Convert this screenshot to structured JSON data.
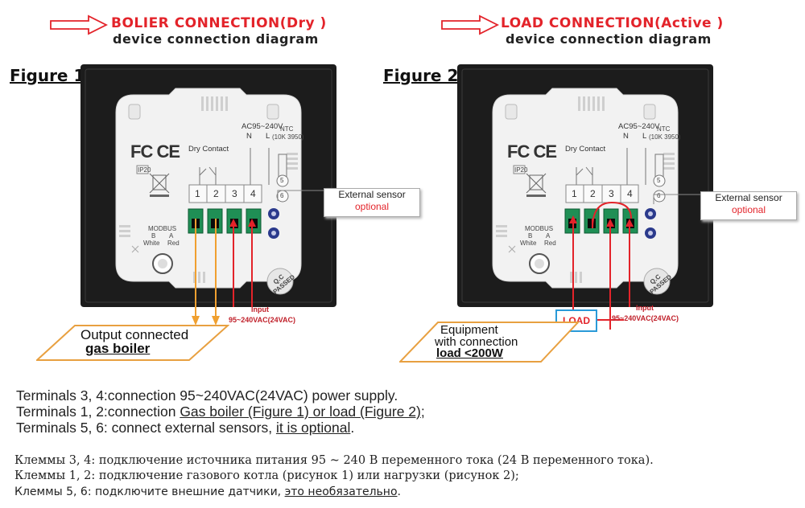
{
  "headers": {
    "left_title": "BOLIER CONNECTION(Dry )",
    "left_subtitle": "device connection diagram",
    "right_title": "LOAD CONNECTION(Active )",
    "right_subtitle": "device connection diagram"
  },
  "figures": [
    {
      "label": "Figure 1",
      "certification": "FC CE",
      "dry_contact": "Dry Contact",
      "voltage": "AC95~240V",
      "n_label": "N",
      "l_label": "L",
      "ntc": "NTC",
      "ntc_value": "(10K 3950)",
      "ip_label": "IP20",
      "terminals": [
        "1",
        "2",
        "3",
        "4"
      ],
      "sensor_terminals": [
        "5",
        "6"
      ],
      "modbus": "MODBUS",
      "modbus_b": "B",
      "modbus_a": "A",
      "modbus_white": "White",
      "modbus_red": "Red",
      "qc": "Q.C PASSED",
      "sensor_label": "External sensor",
      "sensor_optional": "optional",
      "input_label": "Input",
      "input_voltage": "95~240VAC(24VAC)",
      "output_line1": "Output connected",
      "output_line2": "gas boiler"
    },
    {
      "label": "Figure 2",
      "certification": "FC CE",
      "dry_contact": "Dry Contact",
      "voltage": "AC95~240V",
      "n_label": "N",
      "l_label": "L",
      "ntc": "NTC",
      "ntc_value": "(10K 3950)",
      "ip_label": "IP20",
      "terminals": [
        "1",
        "2",
        "3",
        "4"
      ],
      "sensor_terminals": [
        "5",
        "6"
      ],
      "modbus": "MODBUS",
      "modbus_b": "B",
      "modbus_a": "A",
      "modbus_white": "White",
      "modbus_red": "Red",
      "qc": "Q.C PASSED",
      "sensor_label": "External sensor",
      "sensor_optional": "optional",
      "input_label": "Input",
      "input_voltage": "95~240VAC(24VAC)",
      "load_box": "LOAD",
      "equip_line1": "Equipment",
      "equip_line2": "with connection",
      "equip_line3": "load <200W"
    }
  ],
  "notes_en": {
    "line1": "Terminals 3, 4:connection  95~240VAC(24VAC) power supply.",
    "line2_a": "Terminals 1, 2:connection ",
    "line2_b": "Gas boiler (Figure 1) or load (Figure 2)",
    "line2_c": ";",
    "line3_a": "Terminals 5, 6: connect external sensors, ",
    "line3_b": "it is optional",
    "line3_c": "."
  },
  "notes_ru": {
    "line1": "Клеммы 3, 4: подключение источника питания 95 ~ 240 В переменного тока (24 В переменного тока).",
    "line2": "Клеммы 1, 2: подключение газового котла (рисунок 1) или нагрузки (рисунок 2);",
    "line3_a": "Клеммы 5, 6: подключите внешние датчики, ",
    "line3_b": "это необязательно",
    "line3_c": "."
  },
  "colors": {
    "accent_red": "#e3232a",
    "arrow_orange": "#f0a030",
    "box_orange": "#e8a040",
    "load_blue": "#2a9ad8",
    "device_body": "#1c1c1c",
    "panel_white": "#f2f2f2",
    "terminal_green": "#1f8f55"
  },
  "icons": [
    "hollow-right-arrow-icon",
    "trash-bin-crossed-icon",
    "screw-icon"
  ]
}
